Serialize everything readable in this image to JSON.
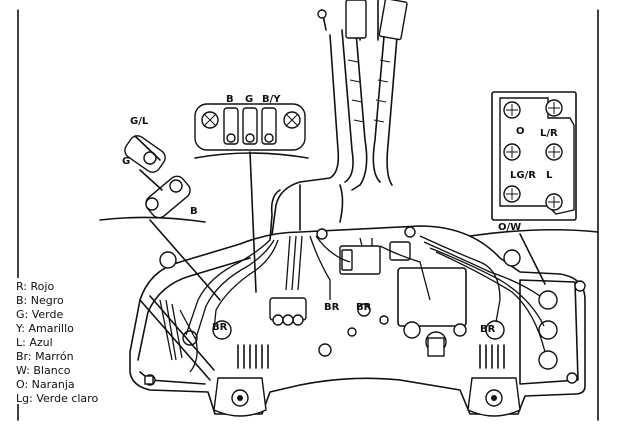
{
  "labels": {
    "left_connector_top": "G/L",
    "left_connector_mid": "G",
    "left_connector_bottom": "B",
    "center_connector": [
      "B",
      "G",
      "B/Y"
    ],
    "right_box": [
      "O",
      "L/R",
      "LG/R",
      "L"
    ],
    "right_box_caption": "O/W",
    "br_tags": [
      "BR",
      "BR",
      "BR",
      "BR"
    ]
  },
  "legend": [
    "R: Rojo",
    "B: Negro",
    "G: Verde",
    "Y: Amarillo",
    "L: Azul",
    "Br: Marrón",
    "W: Blanco",
    "O: Naranja",
    "Lg: Verde claro"
  ]
}
